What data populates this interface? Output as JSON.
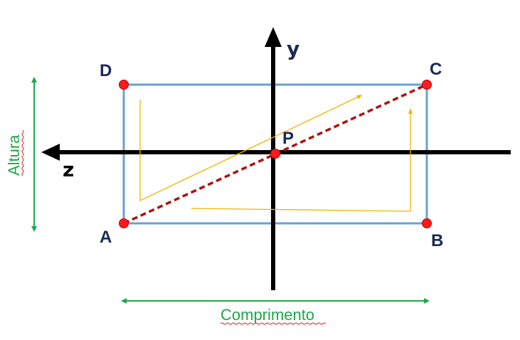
{
  "colors": {
    "rectangle": "#6a9fd4",
    "axis": "#000000",
    "diagonal": "#b01010",
    "point_fill": "#ff1a1a",
    "point_label": "#1a2a55",
    "dimension": "#1ea84a",
    "path": "#f0b400",
    "spellcheck_underline": "#e02020"
  },
  "axes": {
    "y_label": "y",
    "z_label": "z"
  },
  "points": {
    "A": "A",
    "B": "B",
    "C": "C",
    "D": "D",
    "P": "P"
  },
  "dimensions": {
    "height_label": "Altura",
    "width_label": "Comprimento"
  },
  "icons": {
    "arrow_head": "arrow-head-icon",
    "vertex_dot": "vertex-dot-icon"
  }
}
